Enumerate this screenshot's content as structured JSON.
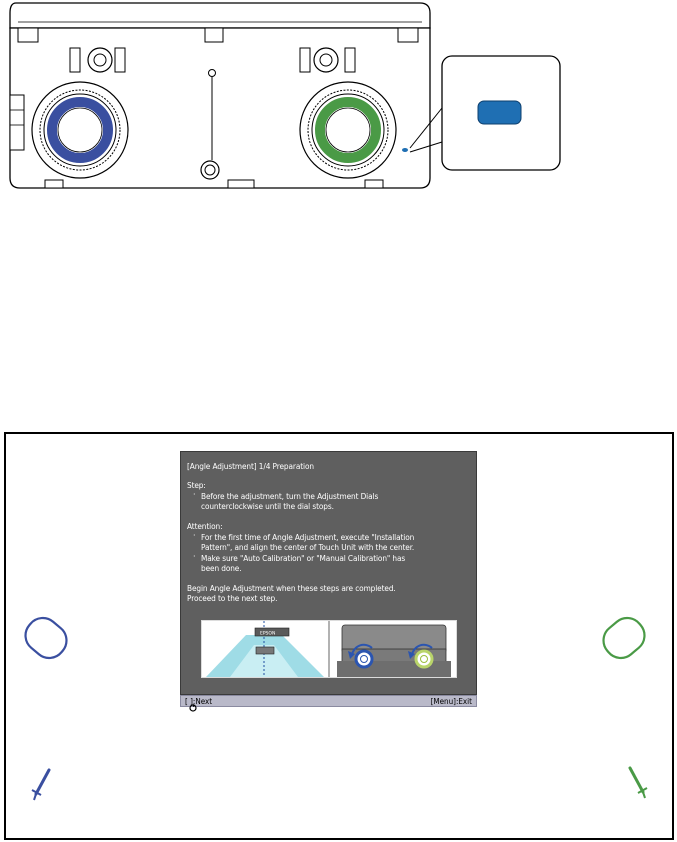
{
  "osd": {
    "title": "[Angle Adjustment]  1/4  Preparation",
    "step_heading": "Step:",
    "step_lines": [
      "Before the adjustment, turn the Adjustment Dials",
      "counterclockwise until the dial stops."
    ],
    "attention_heading": "Attention:",
    "attention_bullet1": [
      "For the first time of Angle Adjustment, execute \"Installation",
      "Pattern\", and align the center of Touch Unit with the center."
    ],
    "attention_bullet2": [
      "Make sure \"Auto Calibration\" or \"Manual Calibration\" has",
      "been done."
    ],
    "closing_lines": [
      "Begin Angle Adjustment when these steps are completed.",
      "Proceed to the next step."
    ],
    "unit_label": "EPSON"
  },
  "footer": {
    "next_label": "[ ]:Next",
    "exit_label": "[Menu]:Exit"
  },
  "colors": {
    "blue_dial": "#3a4fa0",
    "green_dial": "#4a9a46",
    "indicator": "#1f6fb3",
    "osd_bg": "#5f5f5f",
    "footer_bg": "#b9b9c9"
  },
  "icons": {
    "left_dial_marker": "blue-dial-outline-icon",
    "right_dial_marker": "green-dial-outline-icon",
    "left_pen": "blue-pen-icon",
    "right_pen": "green-pen-icon"
  }
}
